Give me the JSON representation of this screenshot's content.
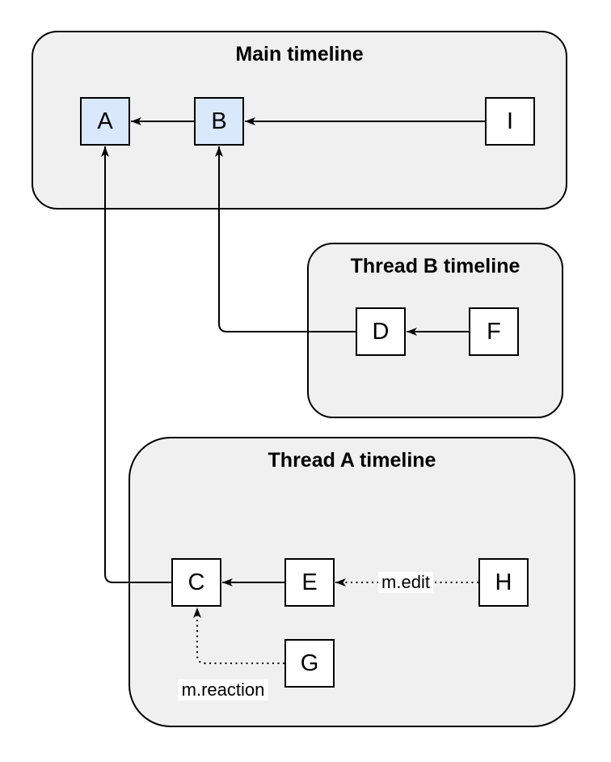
{
  "diagram": {
    "containers": [
      {
        "title": "Main timeline"
      },
      {
        "title": "Thread B timeline"
      },
      {
        "title": "Thread A timeline"
      }
    ],
    "nodes": [
      {
        "label": "A",
        "container": "Main timeline",
        "fill": "#dae8fc"
      },
      {
        "label": "B",
        "container": "Main timeline",
        "fill": "#dae8fc"
      },
      {
        "label": "I",
        "container": "Main timeline",
        "fill": "#ffffff"
      },
      {
        "label": "D",
        "container": "Thread B timeline",
        "fill": "#ffffff"
      },
      {
        "label": "F",
        "container": "Thread B timeline",
        "fill": "#ffffff"
      },
      {
        "label": "C",
        "container": "Thread A timeline",
        "fill": "#ffffff"
      },
      {
        "label": "E",
        "container": "Thread A timeline",
        "fill": "#ffffff"
      },
      {
        "label": "H",
        "container": "Thread A timeline",
        "fill": "#ffffff"
      },
      {
        "label": "G",
        "container": "Thread A timeline",
        "fill": "#ffffff"
      }
    ],
    "edges": [
      {
        "from": "B",
        "to": "A",
        "style": "solid"
      },
      {
        "from": "I",
        "to": "B",
        "style": "solid"
      },
      {
        "from": "F",
        "to": "D",
        "style": "solid"
      },
      {
        "from": "D",
        "to": "B",
        "style": "solid"
      },
      {
        "from": "E",
        "to": "C",
        "style": "solid"
      },
      {
        "from": "C",
        "to": "A",
        "style": "solid"
      },
      {
        "from": "H",
        "to": "E",
        "style": "dotted",
        "label": "m.edit"
      },
      {
        "from": "G",
        "to": "C",
        "style": "dotted",
        "label": "m.reaction"
      }
    ],
    "colors": {
      "container_fill": "#f0f0f0",
      "container_stroke": "#000000",
      "node_fill": "#ffffff",
      "node_highlight_fill": "#dae8fc",
      "node_stroke": "#000000",
      "edge_stroke": "#000000",
      "edge_label_background": "#ffffff",
      "text": "#000000"
    }
  }
}
